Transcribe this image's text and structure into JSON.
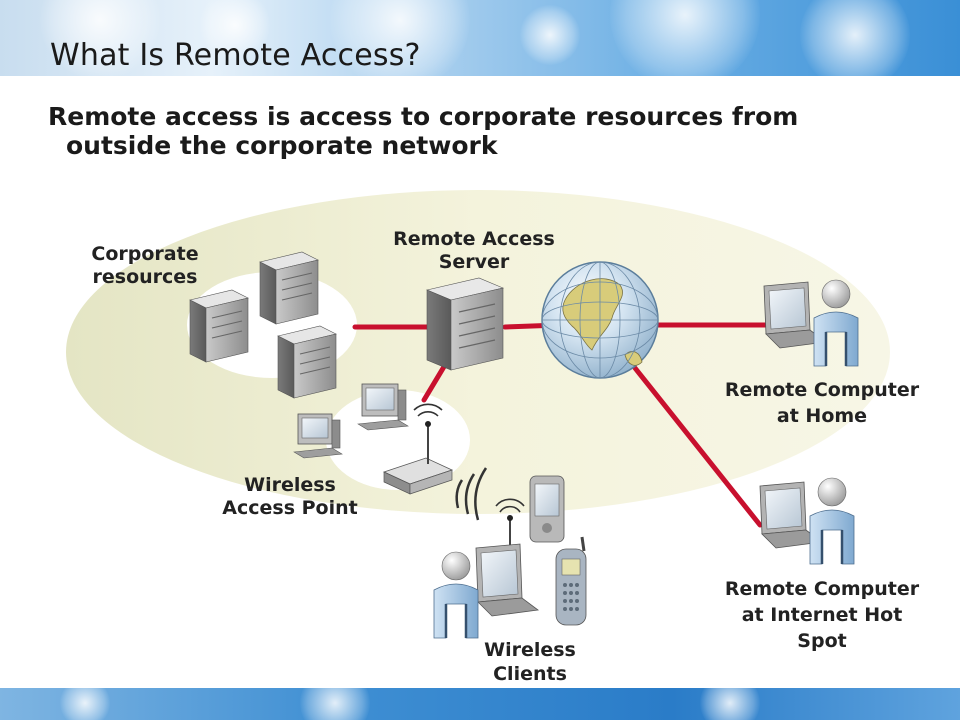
{
  "slide": {
    "title": "What Is Remote Access?",
    "bullet_line1": "Remote access is access to corporate resources from",
    "bullet_line2": "outside the corporate network"
  },
  "diagram": {
    "labels": {
      "corporate_line1": "Corporate",
      "corporate_line2": "resources",
      "ras_line1": "Remote Access",
      "ras_line2": "Server",
      "home_line1": "Remote Computer",
      "home_line2": "at Home",
      "wap_line1": "Wireless",
      "wap_line2": "Access Point",
      "hotspot_line1": "Remote Computer",
      "hotspot_line2": "at Internet Hot",
      "hotspot_line3": "Spot",
      "clients_line1": "Wireless",
      "clients_line2": "Clients"
    },
    "colors": {
      "link": "#c8102e",
      "ellipse": "#efeed2",
      "cluster": "#ffffff",
      "device": "#a9a9a9"
    }
  }
}
